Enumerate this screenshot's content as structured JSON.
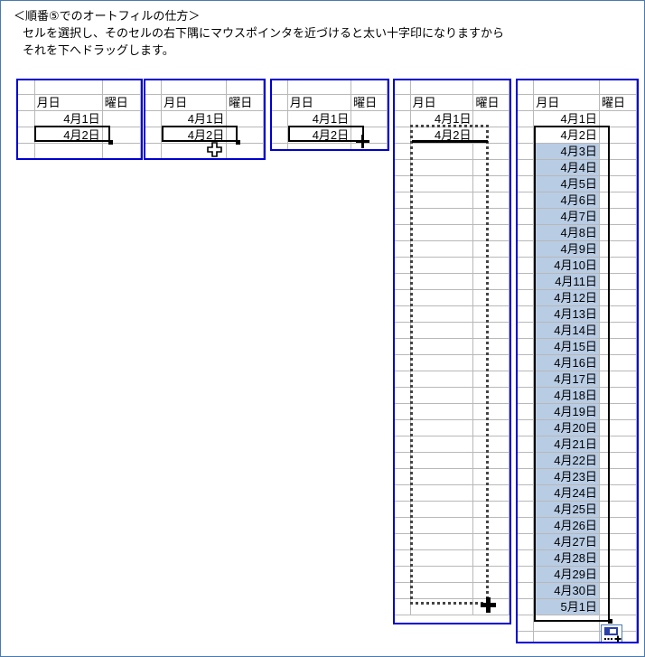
{
  "document": {
    "title_line": "＜順番⑤でのオートフィルの仕方＞",
    "body_line_1": "セルを選択し、そのセルの右下隅にマウスポインタを近づけると太い十字印になりますから",
    "body_line_2": "それを下へドラッグします。"
  },
  "spreadsheet": {
    "header_month_day": "月日",
    "header_weekday": "曜日",
    "colors": {
      "panel_border": "#0000d0",
      "grid_line": "#b8b8b8",
      "active_cell_border": "#000000",
      "selection_fill": "#b8cce4",
      "page_border": "#4a7ab0"
    }
  },
  "panels": [
    {
      "name": "panel-1-select-cell",
      "caption_state": "selected",
      "rows": [
        "",
        "header",
        "4月1日",
        "4月2日",
        ""
      ],
      "active_cell_value": "4月2日",
      "cursor": "none"
    },
    {
      "name": "panel-2-move-pointer",
      "caption_state": "pointer-move",
      "rows": [
        "",
        "header",
        "4月1日",
        "4月2日",
        ""
      ],
      "active_cell_value": "4月2日",
      "cursor": "move-cross-icon"
    },
    {
      "name": "panel-3-fill-pointer",
      "caption_state": "pointer-fill-handle",
      "rows": [
        "",
        "header",
        "4月1日",
        "4月2日",
        ""
      ],
      "active_cell_value": "4月2日",
      "cursor": "thin-cross-icon"
    },
    {
      "name": "panel-4-dragging",
      "caption_state": "dragging",
      "rows": [
        "",
        "header",
        "4月1日",
        "4月2日"
      ],
      "active_cell_value": "4月2日",
      "cursor": "thick-cross-icon"
    },
    {
      "name": "panel-5-filled",
      "caption_state": "filled",
      "active_cell_value": "4月2日",
      "autofill_tag": "autofill-options-icon",
      "filled_values": [
        "4月3日",
        "4月4日",
        "4月5日",
        "4月6日",
        "4月7日",
        "4月8日",
        "4月9日",
        "4月10日",
        "4月11日",
        "4月12日",
        "4月13日",
        "4月14日",
        "4月15日",
        "4月16日",
        "4月17日",
        "4月18日",
        "4月19日",
        "4月20日",
        "4月21日",
        "4月22日",
        "4月23日",
        "4月24日",
        "4月25日",
        "4月26日",
        "4月27日",
        "4月28日",
        "4月29日",
        "4月30日",
        "5月1日"
      ],
      "seed_values": [
        "4月1日",
        "4月2日"
      ]
    }
  ]
}
